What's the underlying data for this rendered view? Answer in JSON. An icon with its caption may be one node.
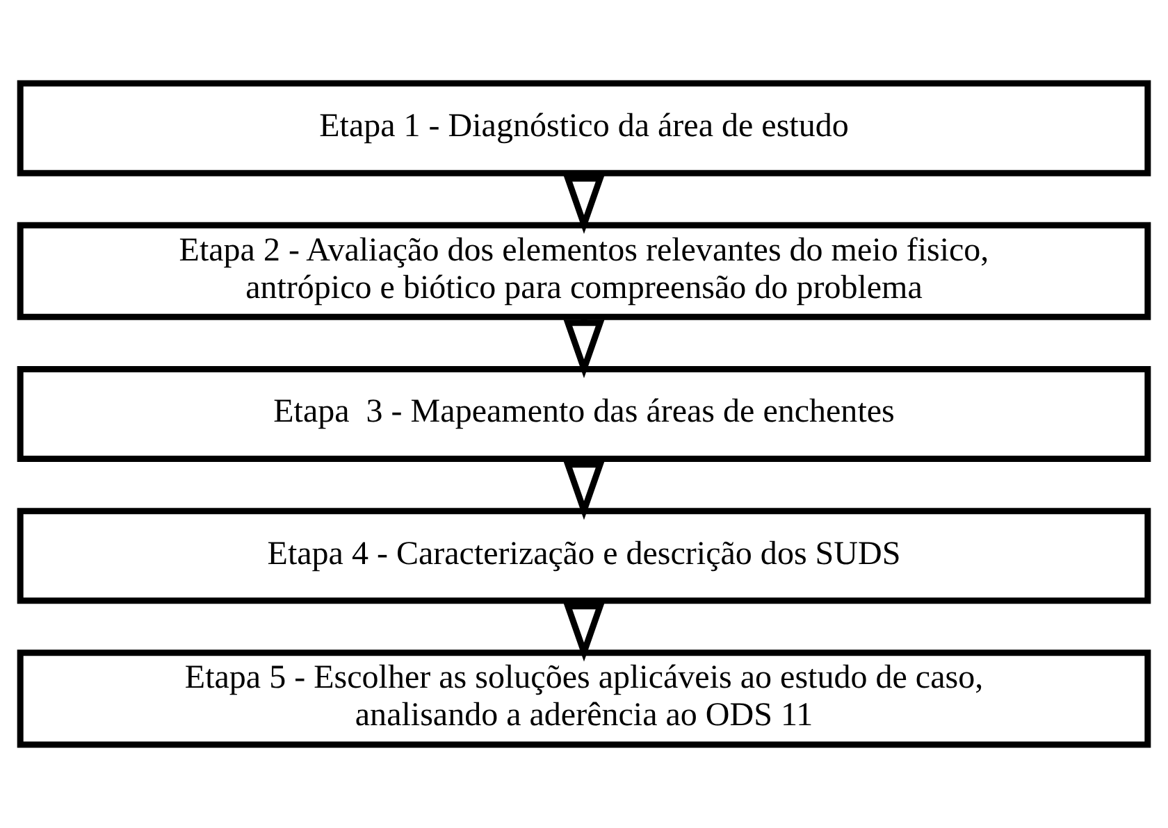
{
  "diagram": {
    "nodes": [
      {
        "text": [
          "Etapa 1 - Diagnóstico da área de estudo"
        ]
      },
      {
        "text": [
          "Etapa 2 - Avaliação dos elementos relevantes do meio fisico, antrópico e biótico para compreensão do problema"
        ]
      },
      {
        "text": [
          "Etapa  3 - Mapeamento das áreas de enchentes"
        ]
      },
      {
        "text": [
          "Etapa 4 - Caracterização e descrição dos SUDS"
        ]
      },
      {
        "text": [
          "Etapa 5 - Escolher as soluções aplicáveis ao estudo de caso, analisando a aderência ao ODS 11"
        ]
      }
    ],
    "edges": [
      {
        "from": 0,
        "to": 1,
        "arrow": "to"
      },
      {
        "from": 1,
        "to": 2,
        "arrow": "to"
      },
      {
        "from": 2,
        "to": 3,
        "arrow": "to"
      },
      {
        "from": 3,
        "to": 4,
        "arrow": "to"
      }
    ]
  }
}
